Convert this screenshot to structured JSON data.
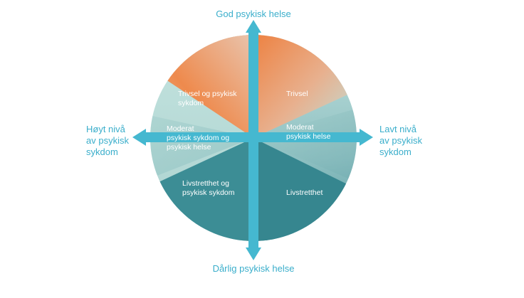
{
  "axes": {
    "top": "God psykisk helse",
    "bottom": "Dårlig psykisk helse",
    "left": [
      "Høyt nivå",
      "av psykisk",
      "sykdom"
    ],
    "right": [
      "Lavt nivå",
      "av psykisk",
      "sykdom"
    ]
  },
  "segments": {
    "top_left": [
      "Trivsel og psykisk",
      "sykdom"
    ],
    "top_right": [
      "Trivsel"
    ],
    "middle_left": [
      "Moderat",
      "psykisk sykdom og",
      "psykisk helse"
    ],
    "middle_right": [
      "Moderat",
      "psykisk helse"
    ],
    "bottom_left": [
      "Livstretthet og",
      "psykisk sykdom"
    ],
    "bottom_right": [
      "Livstretthet"
    ]
  },
  "colors": {
    "arrow": "#45b8d0",
    "orange": "#ef8040",
    "pale": "#b7dcd8",
    "teal": "#3a8a92",
    "label": "#3aaecb"
  }
}
